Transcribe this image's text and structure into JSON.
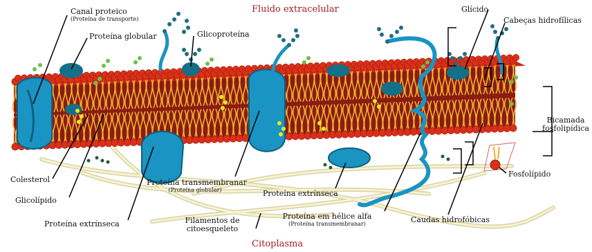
{
  "regions": {
    "top": "Fluido extracelular",
    "bottom": "Citoplasma"
  },
  "labels": {
    "canal_proteico": "Canal proteico",
    "canal_proteico_sub": "(Proteína de transporte)",
    "proteina_globular": "Proteína globular",
    "glicoproteina": "Glicoproteína",
    "glicido": "Glícido",
    "cabecas_hidrofilicas": "Cabeças hidrofílicas",
    "bicamada": "Bicamada\nfosfolipídica",
    "fosfolipido": "Fosfolípido",
    "colesterol": "Colesterol",
    "glicolipido": "Glicolípido",
    "proteina_extrinseca_left": "Proteína extrínseca",
    "proteina_transmembranar": "Proteína transmembranar",
    "proteina_transmembranar_sub": "(Proteína globular)",
    "filamentos": "Filamentos de\ncitoesqueleto",
    "proteina_extrinseca_mid": "Proteína extrínseca",
    "proteina_helice": "Proteína em hélice alfa",
    "proteina_helice_sub": "(Proteína transmembranar)",
    "caudas_hidrofobicas": "Caudas hidrofóbicas"
  },
  "colors": {
    "head_red": "#d9301a",
    "head_dark": "#b0200f",
    "tail_yellow": "#f0b030",
    "protein_blue": "#1a94c2",
    "protein_dark": "#0e5f80",
    "sugar_green": "#6cc04a",
    "sugar_teal": "#1f6e80",
    "cholesterol": "#e8e820",
    "filament": "#f0ecc4",
    "region_label": "#9b1c1c"
  }
}
